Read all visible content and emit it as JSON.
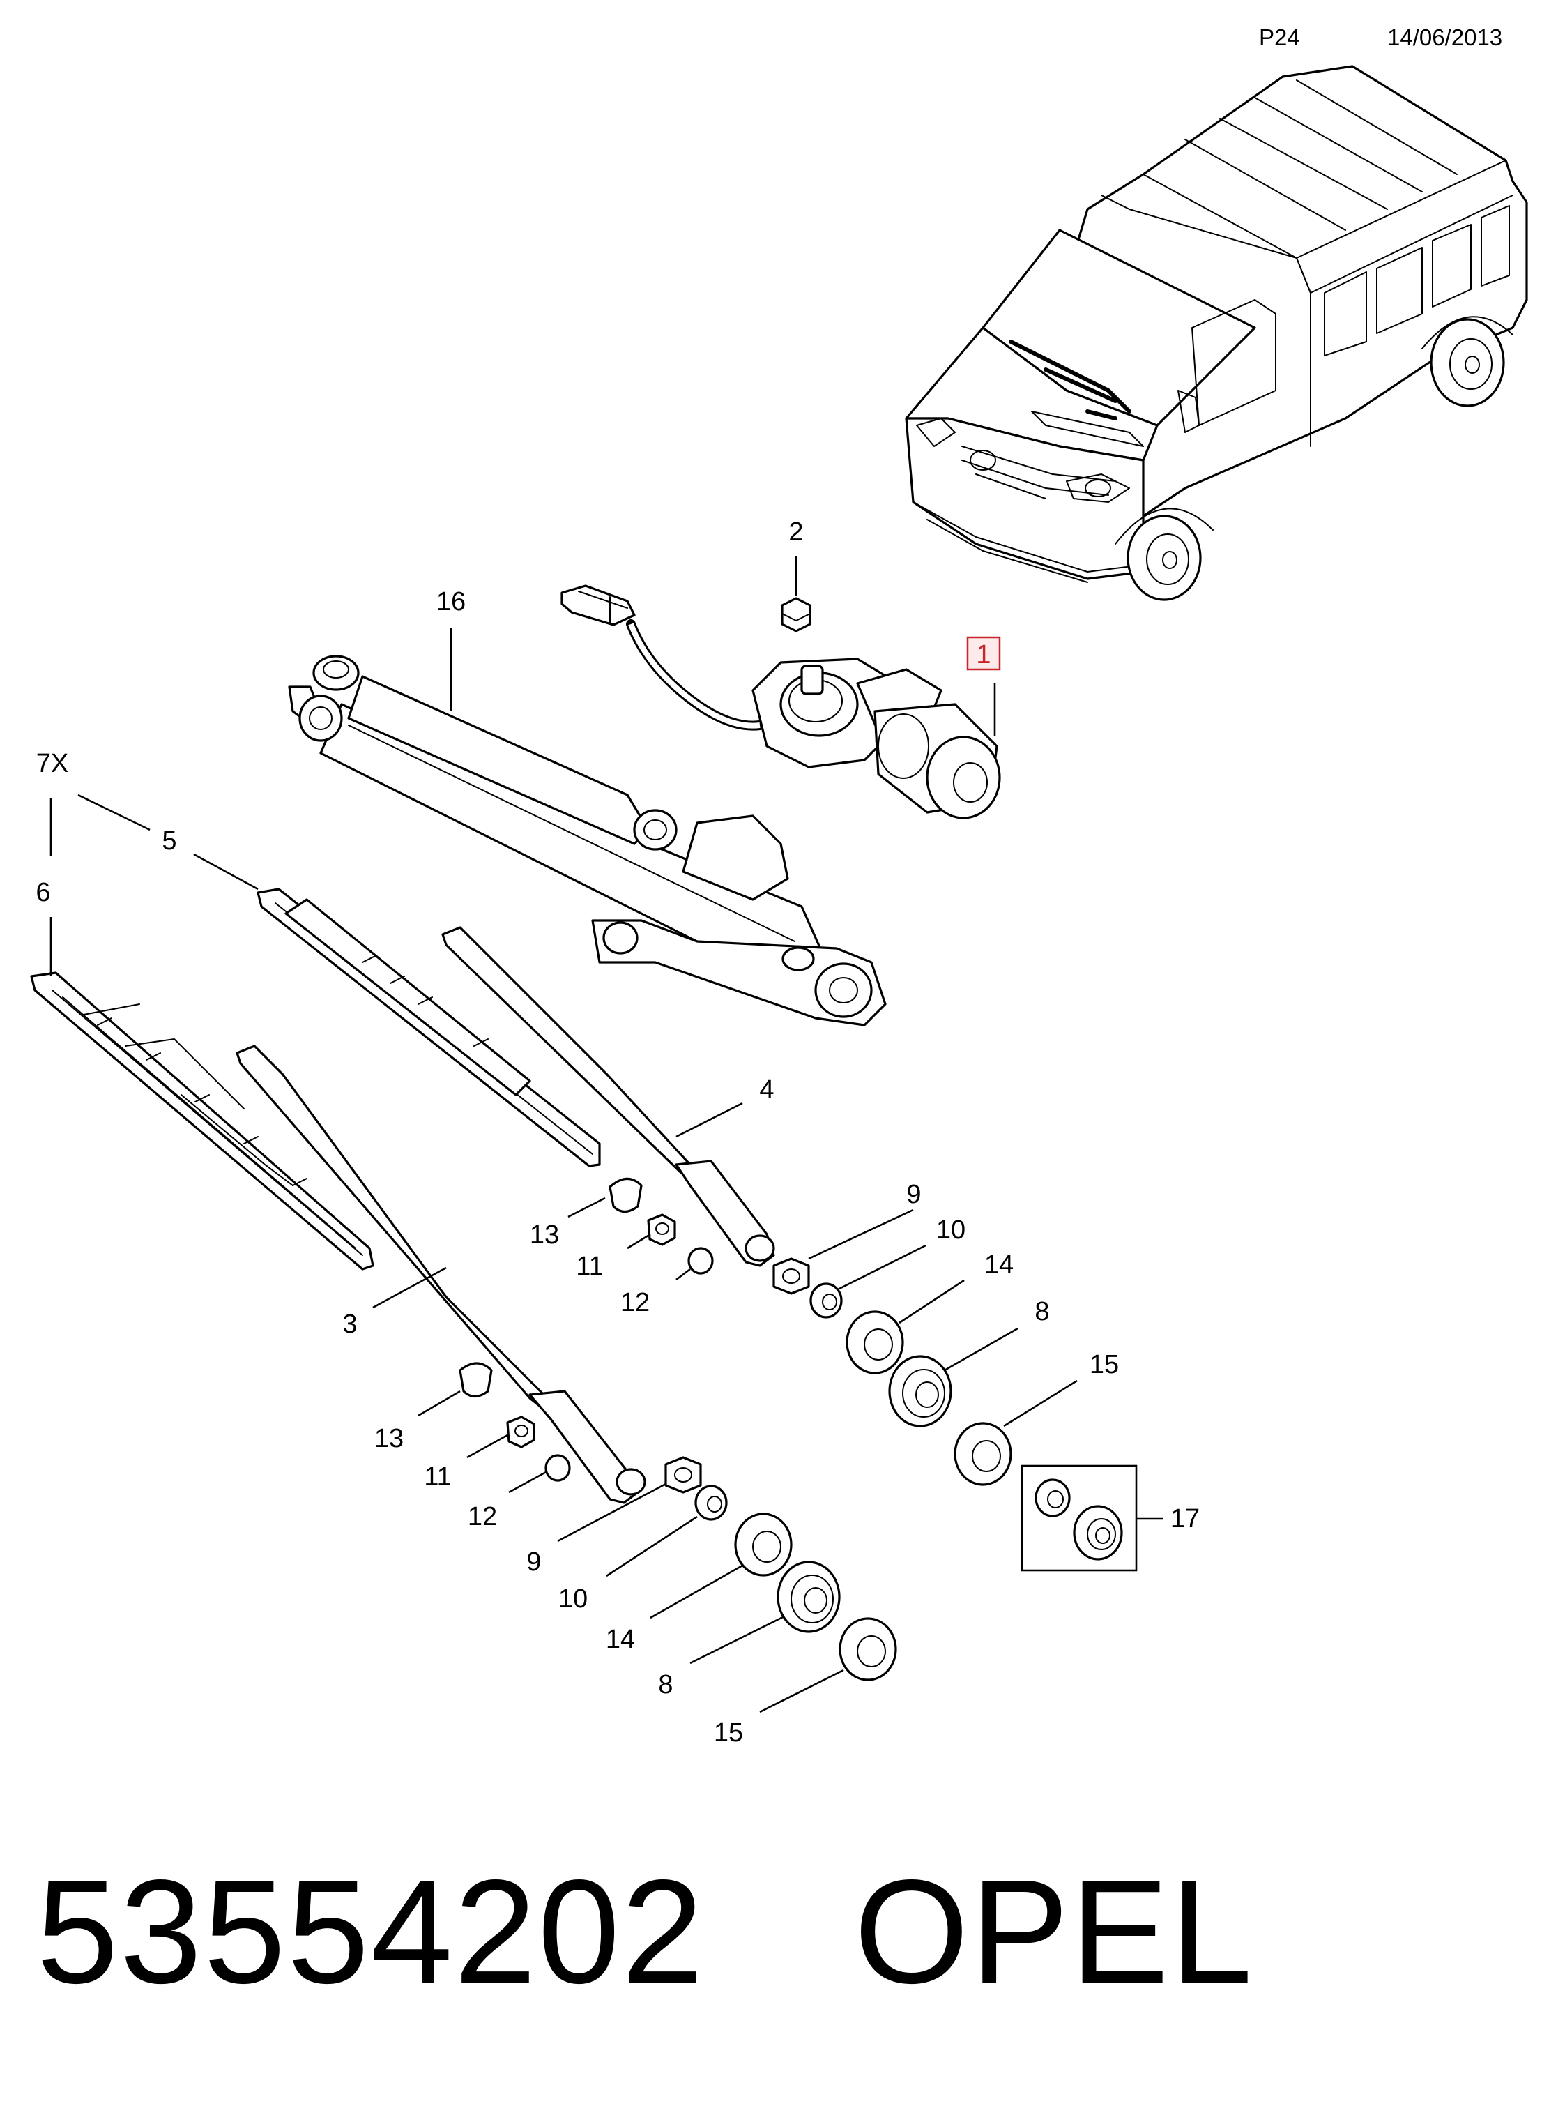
{
  "header": {
    "page_code": "P24",
    "date": "14/06/2013"
  },
  "footer": {
    "part_number": "53554202",
    "brand": "OPEL"
  },
  "callouts": {
    "c1": "1",
    "c2": "2",
    "c16": "16",
    "c7x": "7X",
    "c5": "5",
    "c6": "6",
    "c4": "4",
    "c3": "3",
    "c9a": "9",
    "c10a": "10",
    "c14a": "14",
    "c8a": "8",
    "c15a": "15",
    "c17": "17",
    "c13a": "13",
    "c11a": "11",
    "c12a": "12",
    "c13b": "13",
    "c11b": "11",
    "c12b": "12",
    "c9b": "9",
    "c10b": "10",
    "c14b": "14",
    "c8b": "8",
    "c15b": "15"
  },
  "highlight": {
    "callout": "1",
    "color": "#c8252c"
  }
}
